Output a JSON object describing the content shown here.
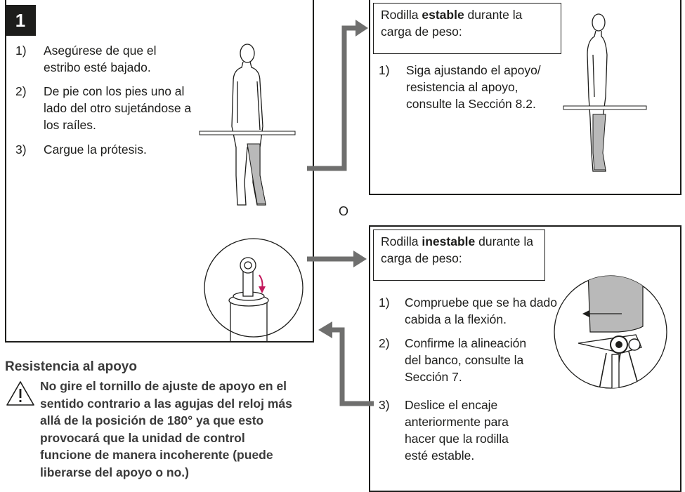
{
  "step_number": "1",
  "left_panel": {
    "items": [
      {
        "num": "1)",
        "text": "Asegúrese de que el estribo esté bajado."
      },
      {
        "num": "2)",
        "text": "De pie con los pies uno al lado del otro sujetándose a los raíles."
      },
      {
        "num": "3)",
        "text": "Cargue la prótesis."
      }
    ]
  },
  "stable_panel": {
    "header_pre": "Rodilla ",
    "header_bold": "estable",
    "header_post": " durante la carga de peso:",
    "items": [
      {
        "num": "1)",
        "text": "Siga ajustando el apoyo/ resistencia al apoyo, consulte la Sección 8.2."
      }
    ]
  },
  "or_label": "O",
  "unstable_panel": {
    "header_pre": "Rodilla ",
    "header_bold": "inestable",
    "header_post": " durante la carga de peso:",
    "items": [
      {
        "num": "1)",
        "text": "Compruebe que se ha dado cabida a la flexión."
      },
      {
        "num": "2)",
        "text": "Confirme la alineación del banco, consulte la Sección 7."
      },
      {
        "num": "3)",
        "text": "Deslice el encaje anteriormente para hacer que la rodilla esté estable."
      }
    ]
  },
  "resistance": {
    "heading": "Resistencia al apoyo",
    "warning": "No gire el tornillo de ajuste de apoyo en el sentido contrario a las agujas del reloj más allá de la posición de 180° ya que esto provocará que la unidad de control funcione de manera incoherente (puede liberarse del apoyo o no.)"
  },
  "colors": {
    "arrow": "#6f6f6e",
    "accent_arrow": "#c2185b",
    "leg": "#b9b9b9"
  }
}
